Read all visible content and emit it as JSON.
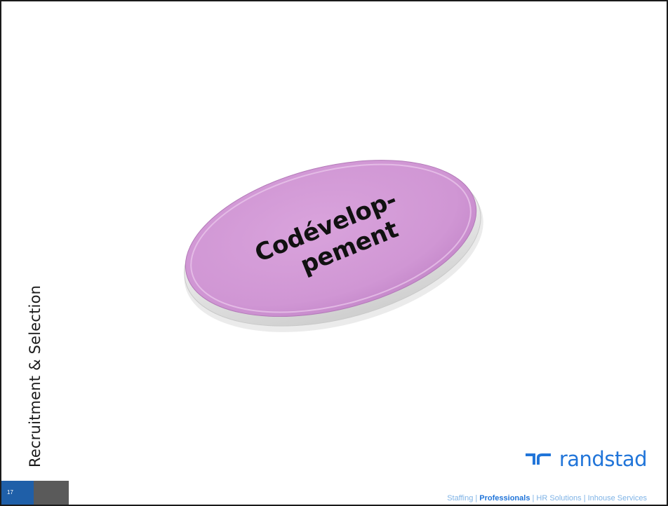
{
  "slide": {
    "side_title": "Recruitment & Selection",
    "disc_line1": "Codévelop-",
    "disc_line2": "pement",
    "page_number": "17"
  },
  "brand": {
    "logo_text": "randstad",
    "tagline_1": "Staffing",
    "separator": "|",
    "tagline_2": "Professionals",
    "tagline_3": "HR Solutions",
    "tagline_4": "Inhouse Services",
    "color_primary": "#2175d9",
    "color_light": "#7fb3e6"
  },
  "colors": {
    "disc_fill": "#d39ad6",
    "page_box": "#1f5fa8",
    "gray_box": "#5a5a5a"
  }
}
